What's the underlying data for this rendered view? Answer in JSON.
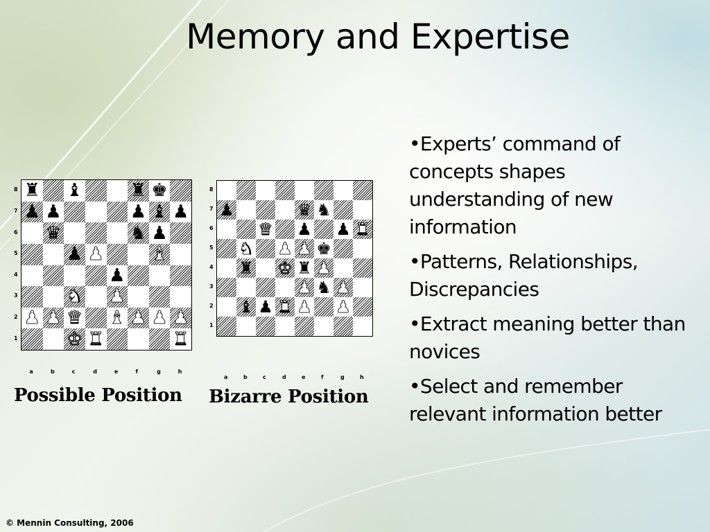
{
  "slide": {
    "title": "Memory and Expertise",
    "bullets": [
      "•Experts’ command of concepts shapes understanding of new information",
      "•Patterns, Relationships, Discrepancies",
      "•Extract meaning better than novices",
      "•Select and remember relevant information better"
    ],
    "footer": "© Mennin Consulting, 2006"
  },
  "boards": [
    {
      "caption": "Possible Position",
      "files": [
        "a",
        "b",
        "c",
        "d",
        "e",
        "f",
        "g",
        "h"
      ],
      "ranks": [
        "8",
        "7",
        "6",
        "5",
        "4",
        "3",
        "2",
        "1"
      ],
      "pieces": {
        "a8": "bR",
        "c8": "bB",
        "f8": "bR",
        "g8": "bK",
        "a7": "bP",
        "b7": "bP",
        "f7": "bP",
        "g7": "bB",
        "h7": "bP",
        "b6": "bQ",
        "f6": "bN",
        "g6": "bP",
        "c5": "bP",
        "d5": "wP",
        "g5": "wB",
        "e4": "bP",
        "c3": "wN",
        "e3": "wP",
        "a2": "wP",
        "b2": "wP",
        "c2": "wQ",
        "e2": "wB",
        "f2": "wP",
        "g2": "wP",
        "h2": "wP",
        "c1": "wK",
        "d1": "wR",
        "h1": "wR"
      }
    },
    {
      "caption": "Bizarre Position",
      "files": [
        "a",
        "b",
        "c",
        "d",
        "e",
        "f",
        "g",
        "h"
      ],
      "ranks": [
        "8",
        "7",
        "6",
        "5",
        "4",
        "3",
        "2",
        "1"
      ],
      "pieces": {
        "a7": "bP",
        "e7": "bQ",
        "f7": "bN",
        "c6": "wQ",
        "e6": "bP",
        "g6": "bP",
        "h6": "wR",
        "b5": "wN",
        "d5": "wP",
        "e5": "wP",
        "f5": "bK",
        "b4": "bR",
        "d4": "wK",
        "e4": "bR",
        "f4": "wP",
        "e3": "wP",
        "f3": "bN",
        "g3": "wP",
        "b2": "bB",
        "c2": "bP",
        "d2": "wR",
        "e2": "wP",
        "g2": "wP"
      }
    }
  ]
}
